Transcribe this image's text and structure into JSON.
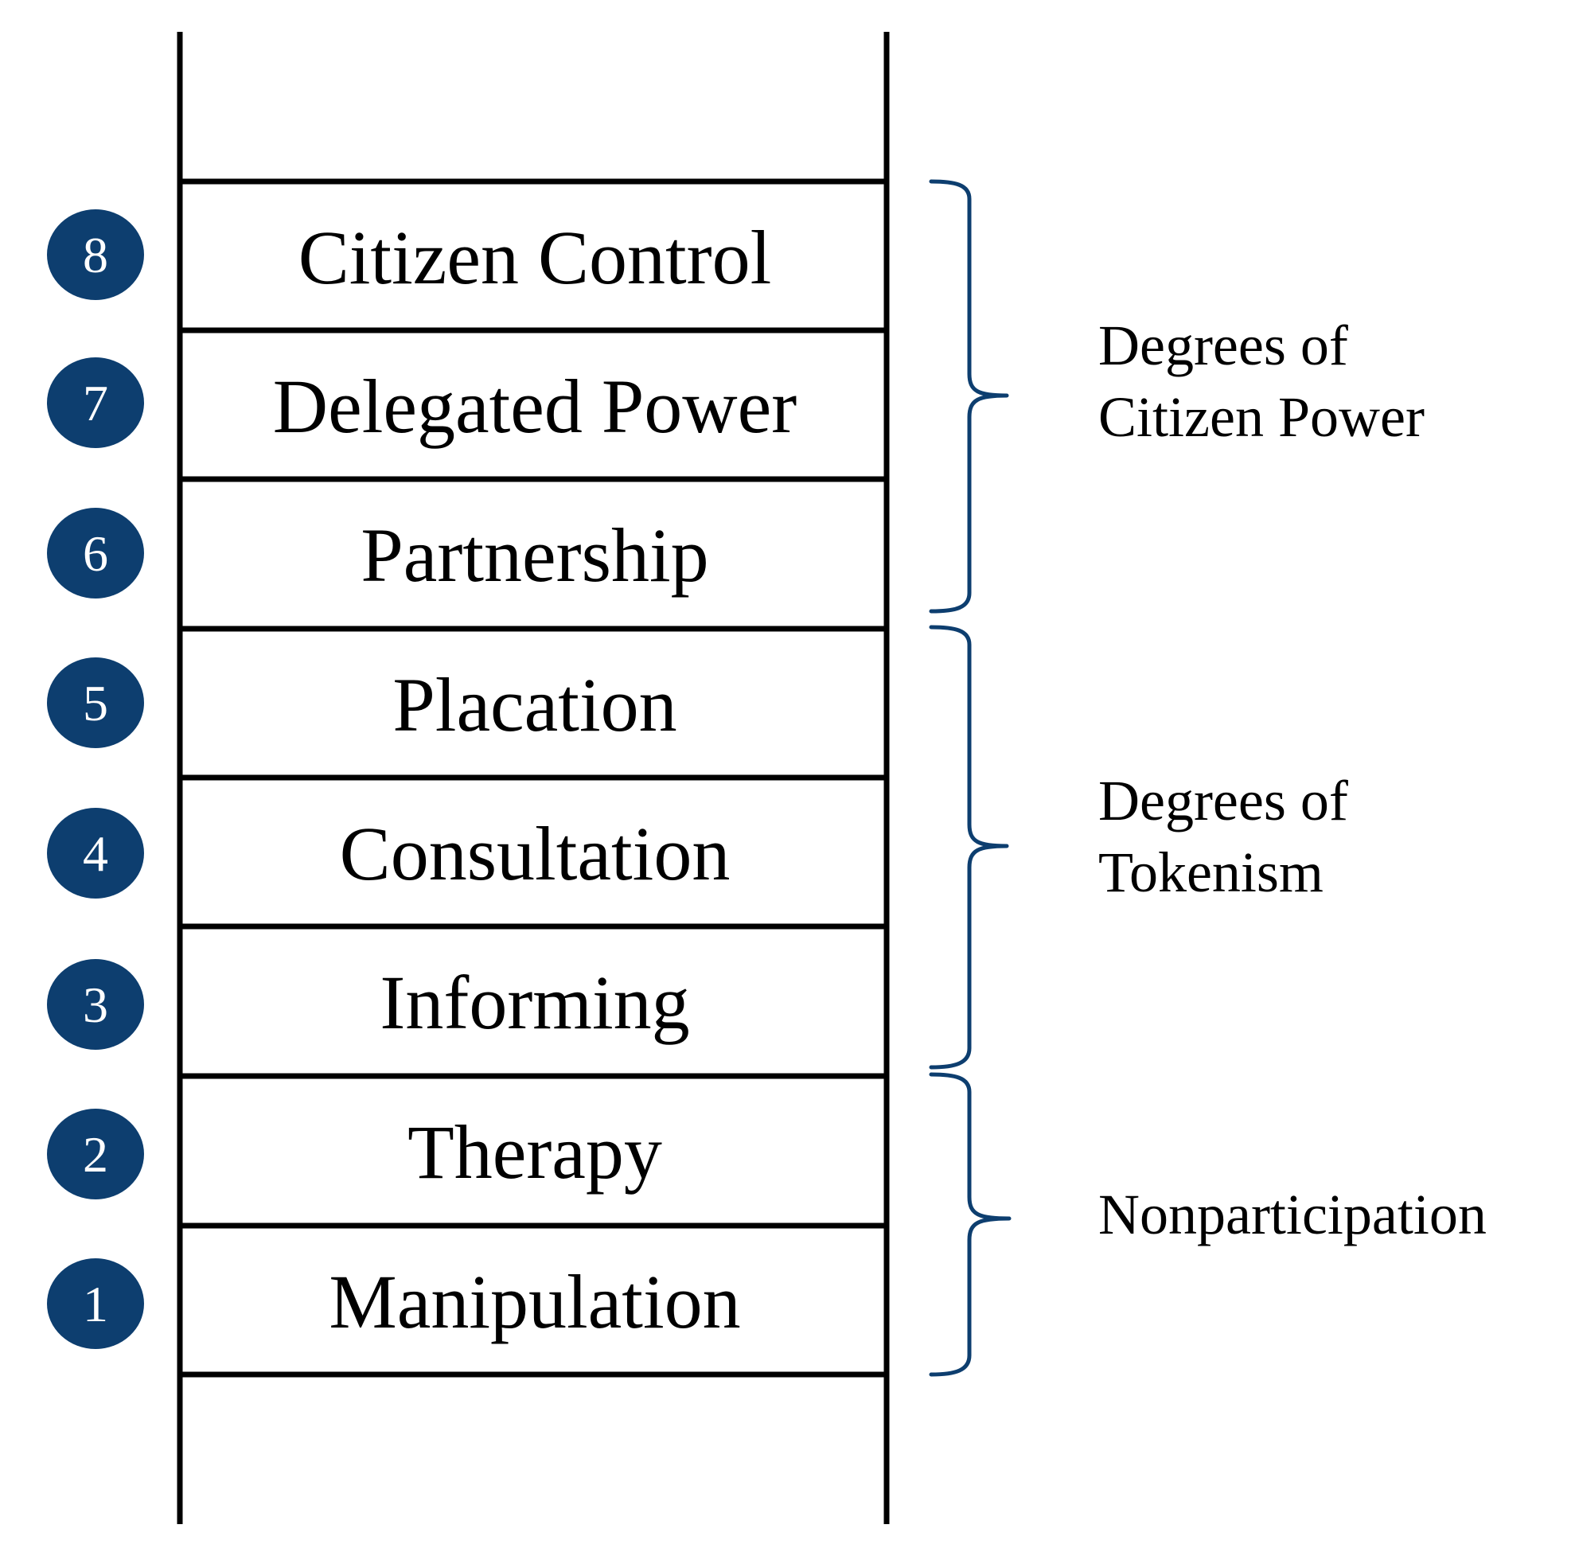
{
  "diagram": {
    "colors": {
      "badge": "#0d3e6f",
      "brace": "#0d3e6f",
      "ladder": "#000000"
    },
    "rungs": [
      {
        "number": "8",
        "label": "Citizen Control"
      },
      {
        "number": "7",
        "label": "Delegated Power"
      },
      {
        "number": "6",
        "label": "Partnership"
      },
      {
        "number": "5",
        "label": "Placation"
      },
      {
        "number": "4",
        "label": "Consultation"
      },
      {
        "number": "3",
        "label": "Informing"
      },
      {
        "number": "2",
        "label": "Therapy"
      },
      {
        "number": "1",
        "label": "Manipulation"
      }
    ],
    "groups": [
      {
        "lines": [
          "Degrees of",
          "Citizen Power"
        ]
      },
      {
        "lines": [
          "Degrees of",
          "Tokenism"
        ]
      },
      {
        "lines": [
          "Nonparticipation"
        ]
      }
    ]
  }
}
